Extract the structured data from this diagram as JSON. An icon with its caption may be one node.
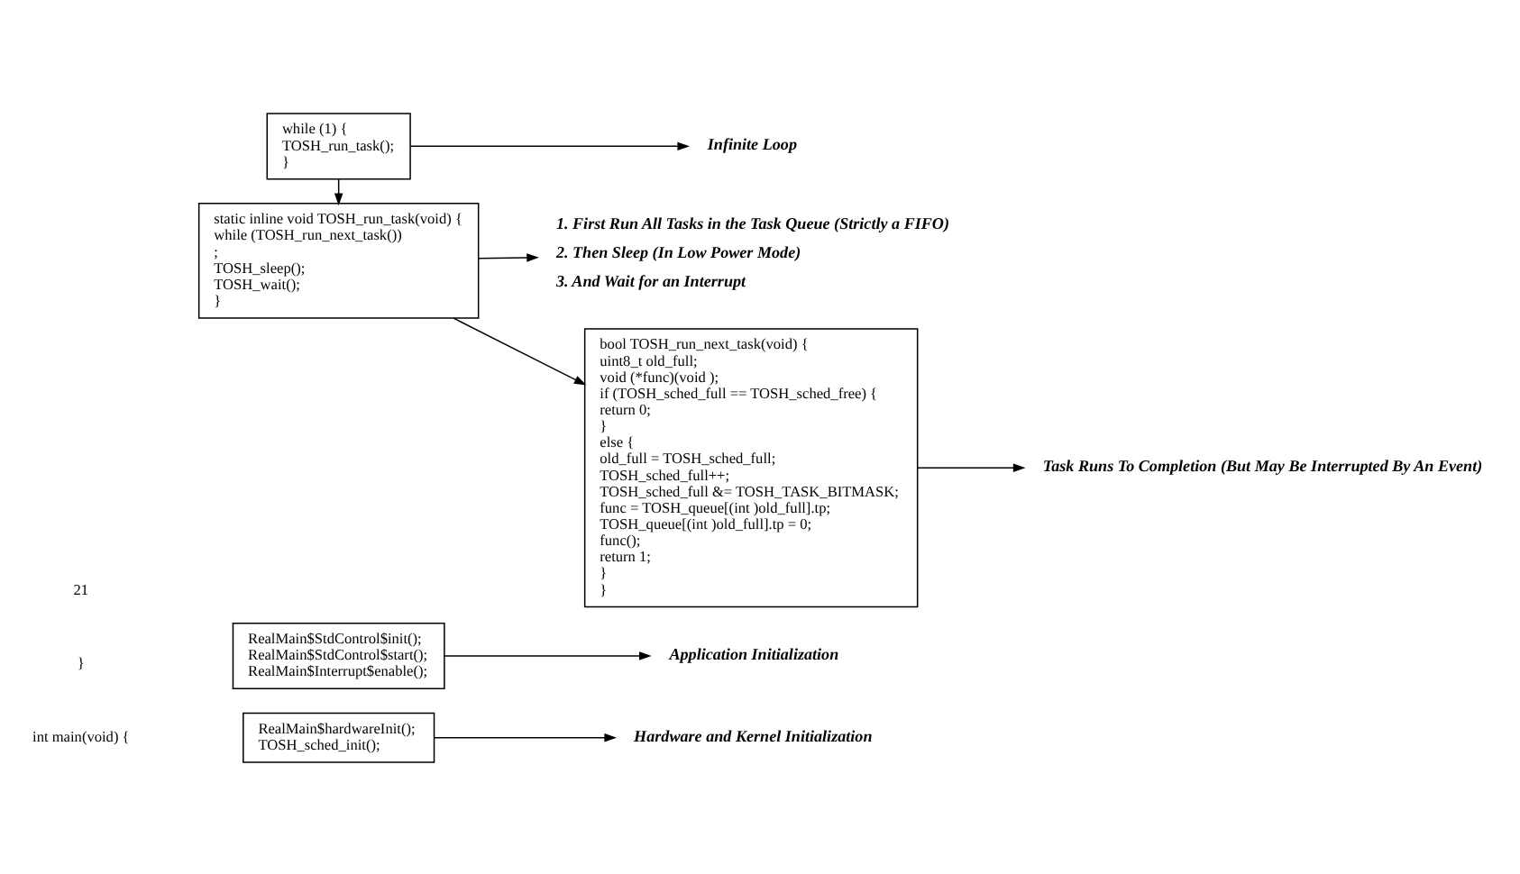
{
  "diagram": {
    "nodes": [
      {
        "text": [
          "RealMain$hardwareInit();",
          "TOSH_sched_init();"
        ]
      },
      {
        "text": [
          "Hardware and Kernel Initialization"
        ]
      },
      {
        "text": [
          "RealMain$StdControl$init();",
          "RealMain$StdControl$start();",
          "RealMain$Interrupt$enable();"
        ]
      },
      {
        "text": [
          "Application Initialization"
        ]
      },
      {
        "text": [
          "while (1) {",
          "TOSH_run_task();",
          "}"
        ]
      },
      {
        "text": [
          "Infinite Loop"
        ]
      },
      {
        "text": [
          "static inline void TOSH_run_task(void) {",
          "while (TOSH_run_next_task())",
          ";",
          "TOSH_sleep();",
          "TOSH_wait();",
          "}"
        ]
      },
      {
        "text": [
          "1. First Run All Tasks in the Task Queue (Strictly a FIFO)",
          "2. Then Sleep (In Low Power Mode)",
          "3. And Wait for an Interrupt"
        ]
      },
      {
        "text": [
          "bool TOSH_run_next_task(void) {",
          "uint8_t old_full;",
          "void (*func)(void );",
          "if (TOSH_sched_full == TOSH_sched_free) {",
          "return 0;",
          "}",
          "else {",
          "old_full = TOSH_sched_full;",
          "TOSH_sched_full++;",
          "TOSH_sched_full &= TOSH_TASK_BITMASK;",
          "func = TOSH_queue[(int )old_full].tp;",
          "TOSH_queue[(int )old_full].tp = 0;",
          "func();",
          "return 1;",
          "}",
          "}"
        ]
      },
      {
        "text": [
          "Task Runs To Completion (But May Be Interrupted By An Event)"
        ]
      }
    ],
    "edges": [
      {
        "from": 0,
        "to": 1,
        "arrow": "to"
      },
      {
        "from": 2,
        "to": 3,
        "arrow": "to"
      },
      {
        "from": 4,
        "to": 5,
        "arrow": "to"
      },
      {
        "from": 4,
        "to": 6,
        "arrow": "to"
      },
      {
        "from": 6,
        "to": 8,
        "arrow": "to"
      },
      {
        "from": 6,
        "to": 7,
        "arrow": "to"
      },
      {
        "from": 8,
        "to": 9,
        "arrow": "to"
      }
    ],
    "labels": [
      "int main(void) {",
      "}",
      "21"
    ]
  }
}
